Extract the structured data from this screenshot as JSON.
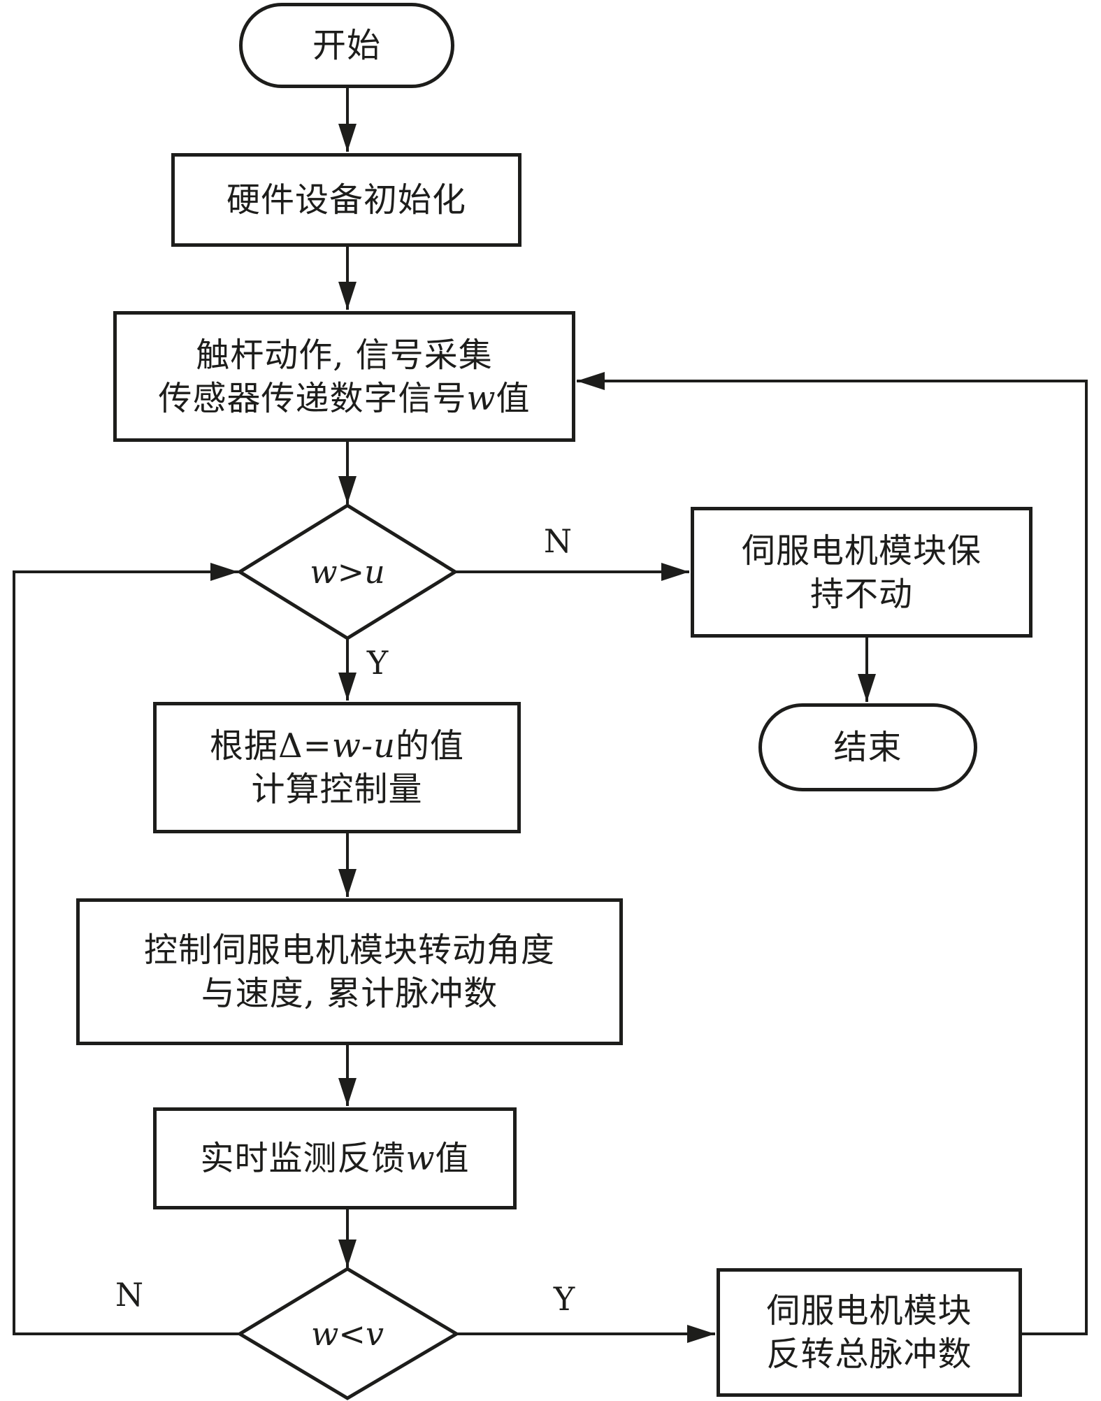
{
  "page": {
    "background": "#ffffff",
    "ink": "#1d1d1b"
  },
  "nodes": {
    "start": {
      "label": "开始"
    },
    "init": {
      "label": "硬件设备初始化"
    },
    "collect": {
      "line1": "触杆动作, 信号采集",
      "line2_pre": "传感器传递数字信号",
      "line2_var": "w",
      "line2_suffix": "值"
    },
    "decision_wu": {
      "condition": "w>u"
    },
    "keep": {
      "line1": "伺服电机模块保",
      "line2": "持不动"
    },
    "end": {
      "label": "结束"
    },
    "calc": {
      "line1_pre": "根据Δ=",
      "line1_var": "w-u",
      "line1_suffix": "的值",
      "line2": "计算控制量"
    },
    "control": {
      "line1": "控制伺服电机模块转动角度",
      "line2": "与速度, 累计脉冲数"
    },
    "monitor": {
      "pre": "实时监测反馈",
      "var": "w",
      "suffix": "值"
    },
    "decision_wv": {
      "condition": "w<v"
    },
    "reverse": {
      "line1": "伺服电机模块",
      "line2": "反转总脉冲数"
    }
  },
  "edge_labels": {
    "wu_no": "N",
    "wu_yes": "Y",
    "wv_no": "N",
    "wv_yes": "Y"
  }
}
